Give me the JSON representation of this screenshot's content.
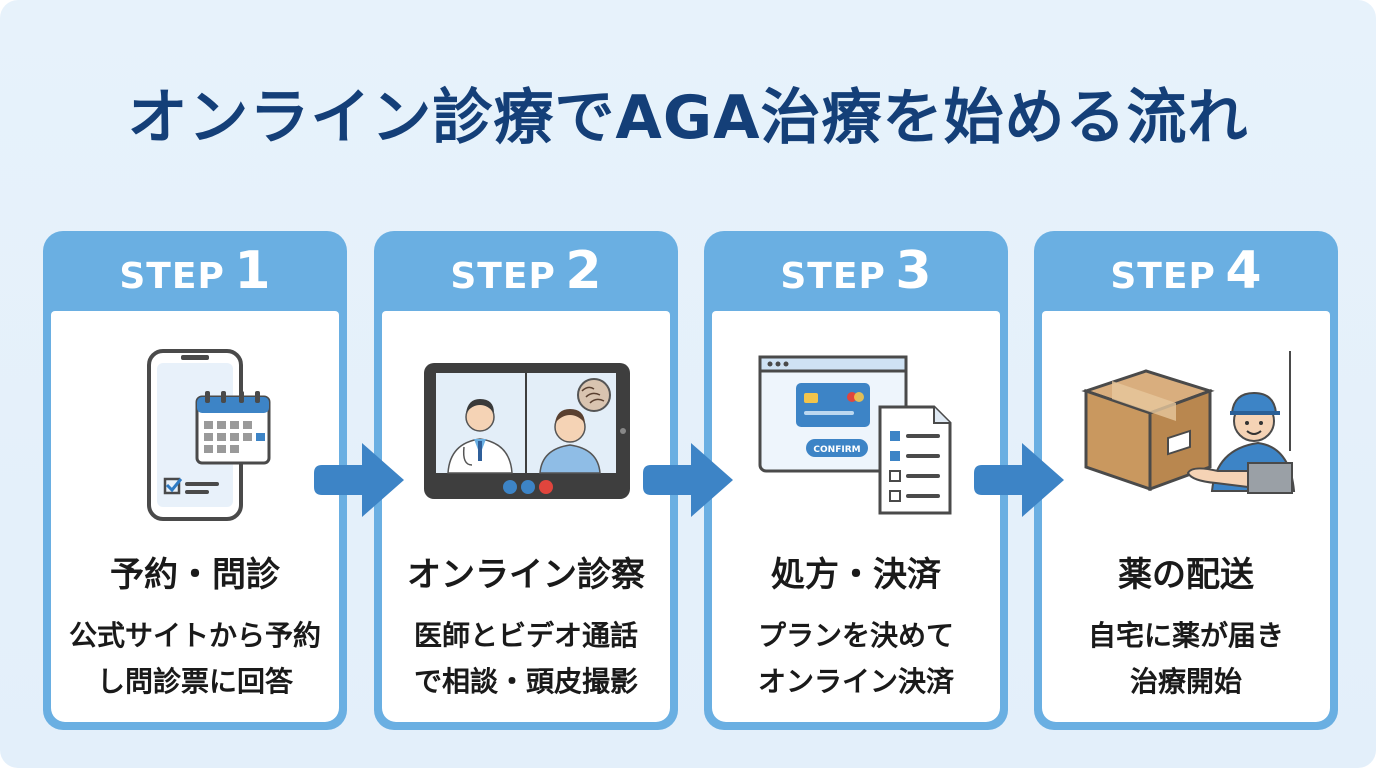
{
  "title": "オンライン診療でAGA治療を始める流れ",
  "colors": {
    "title": "#143f78",
    "card_header": "#6aafe2",
    "arrow": "#3d84c6",
    "background": "#e5f1fb"
  },
  "steps": [
    {
      "label": "STEP",
      "number": "1",
      "title": "予約・問診",
      "desc": [
        "公式サイトから予約",
        "し問診票に回答"
      ],
      "icon": "smartphone-calendar-icon"
    },
    {
      "label": "STEP",
      "number": "2",
      "title": "オンライン診察",
      "desc": [
        "医師とビデオ通話",
        "で相談・頭皮撮影"
      ],
      "icon": "video-consultation-icon"
    },
    {
      "label": "STEP",
      "number": "3",
      "title": "処方・決済",
      "desc": [
        "プランを決めて",
        "オンライン決済"
      ],
      "icon": "online-payment-icon",
      "confirm_label": "CONFIRM"
    },
    {
      "label": "STEP",
      "number": "4",
      "title": "薬の配送",
      "desc": [
        "自宅に薬が届き",
        "治療開始"
      ],
      "icon": "delivery-icon"
    }
  ],
  "arrows": [
    "arrow-right-icon",
    "arrow-right-icon",
    "arrow-right-icon"
  ]
}
